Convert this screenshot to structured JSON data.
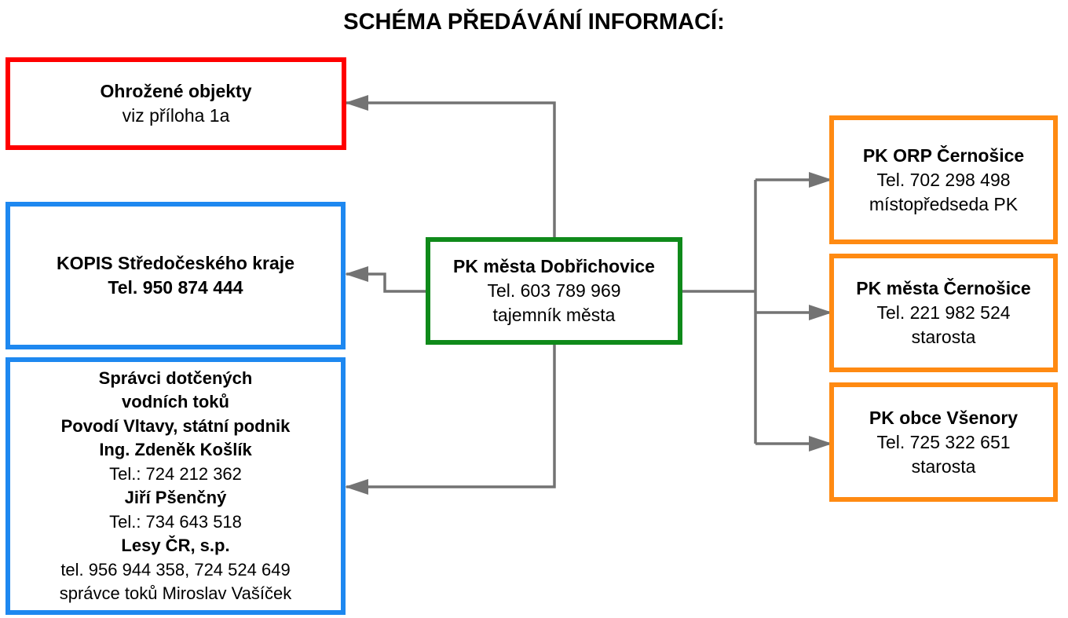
{
  "title": "SCHÉMA PŘEDÁVÁNÍ INFORMACÍ:",
  "colors": {
    "red": "#ff0000",
    "blue": "#1e88f0",
    "green": "#0f8a1a",
    "orange": "#ff8a12",
    "connector": "#737373"
  },
  "center": {
    "name": "PK města Dobřichovice",
    "phone": "Tel. 603 789 969",
    "role": "tajemník města"
  },
  "threatened": {
    "name": "Ohrožené objekty",
    "note": "viz příloha 1a"
  },
  "kopis": {
    "name": "KOPIS Středočeského kraje",
    "phone": "Tel. 950 874 444"
  },
  "water": {
    "heading1": "Správci dotčených",
    "heading2": "vodních toků",
    "org1": "Povodí Vltavy, státní podnik",
    "person1": "Ing. Zdeněk Košlík",
    "phone1": "Tel.: 724 212 362",
    "person2": "Jiří Pšenčný",
    "phone2": "Tel.: 734 643 518",
    "org2": "Lesy ČR, s.p.",
    "phone3": "tel. 956 944 358, 724 524 649",
    "role3": "správce toků Miroslav Vašíček"
  },
  "orp": {
    "name": "PK ORP Černošice",
    "phone": "Tel. 702 298 498",
    "role": "místopředseda PK"
  },
  "cernosice": {
    "name": "PK města Černošice",
    "phone": "Tel. 221 982 524",
    "role": "starosta"
  },
  "vsenory": {
    "name": "PK obce Všenory",
    "phone": "Tel. 725 322 651",
    "role": "starosta"
  }
}
